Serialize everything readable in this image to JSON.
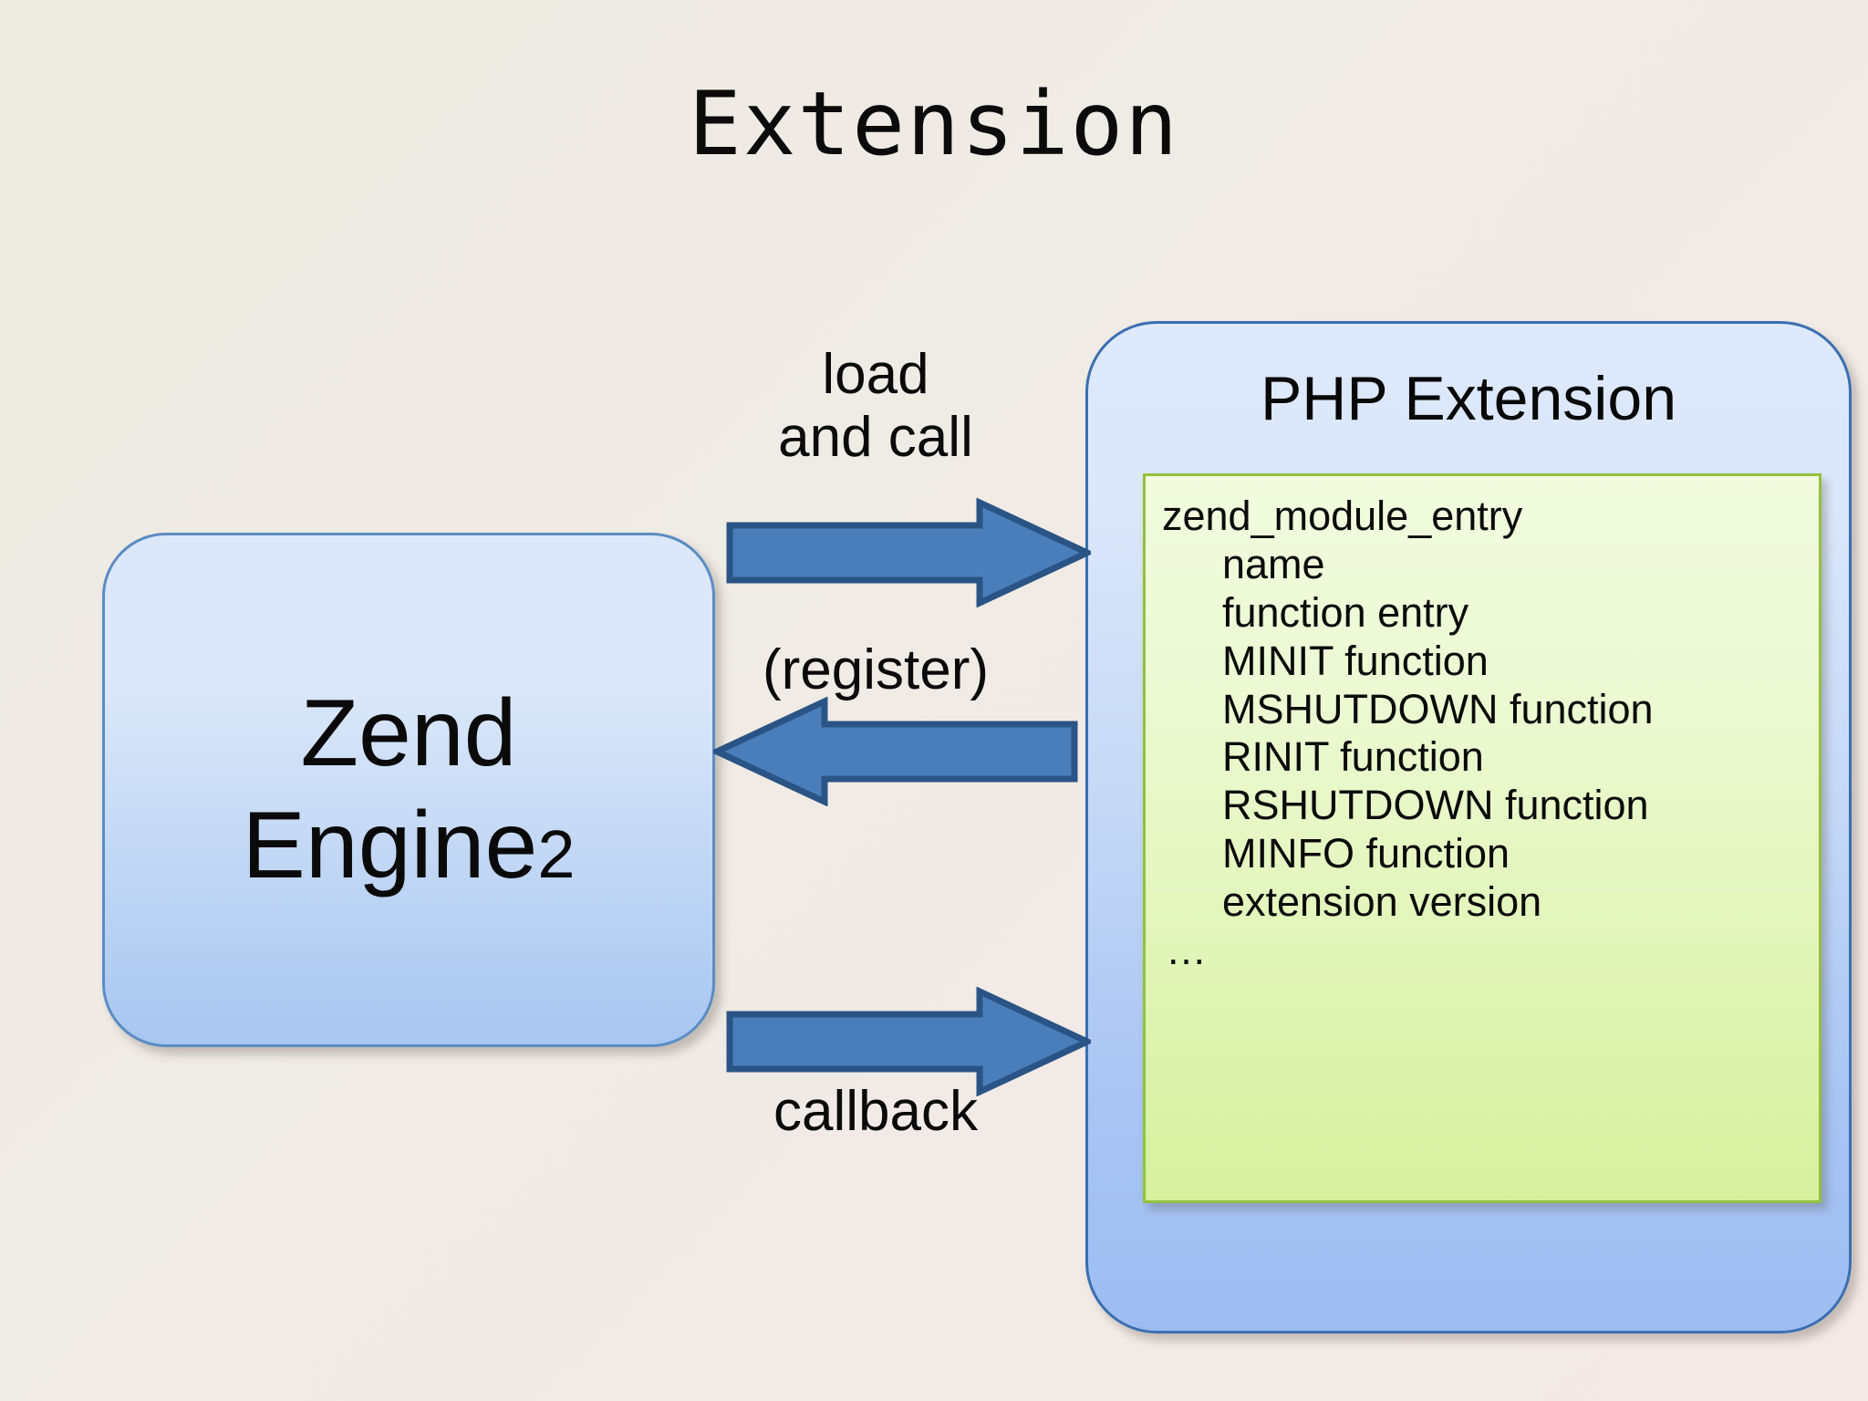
{
  "slide": {
    "title": "Extension",
    "background_color": "#EDEAE4"
  },
  "zend_box": {
    "line1": "Zend",
    "line2_text": "Engine",
    "line2_numeral": "2",
    "fill_color": "#C3D8F5",
    "border_color": "#5B8CC4"
  },
  "php_box": {
    "title": "PHP Extension",
    "fill_color": "#B8D0F6",
    "border_color": "#3A6FB0"
  },
  "entry_box": {
    "fill_color": "#E6F7C4",
    "border_color": "#93C13D",
    "lines": [
      {
        "text": "zend_module_entry",
        "indent": false
      },
      {
        "text": "name",
        "indent": true
      },
      {
        "text": "function entry",
        "indent": true
      },
      {
        "text": "MINIT function",
        "indent": true
      },
      {
        "text": "MSHUTDOWN function",
        "indent": true
      },
      {
        "text": "RINIT function",
        "indent": true
      },
      {
        "text": "RSHUTDOWN function",
        "indent": true
      },
      {
        "text": "MINFO function",
        "indent": true
      },
      {
        "text": "extension version",
        "indent": true
      },
      {
        "text": "…",
        "indent": false
      }
    ]
  },
  "arrows": {
    "fill_color": "#4A7EBB",
    "border_color": "#2A5485",
    "load": {
      "label_line1": "load",
      "label_line2": "and call",
      "direction": "right"
    },
    "register": {
      "label": "(register)",
      "direction": "left"
    },
    "callback": {
      "label": "callback",
      "direction": "right"
    }
  }
}
